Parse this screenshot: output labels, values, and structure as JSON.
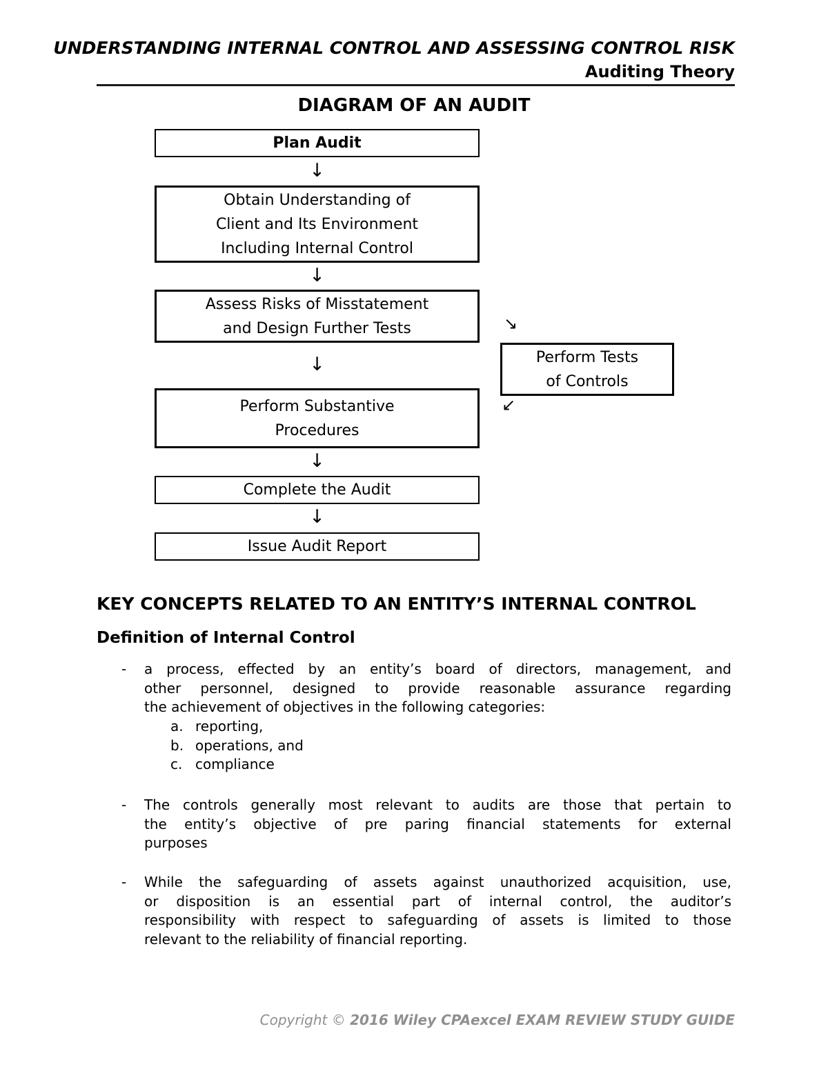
{
  "header": {
    "title": "UNDERSTANDING INTERNAL CONTROL AND ASSESSING CONTROL RISK",
    "subtitle": "Auditing Theory"
  },
  "diagram": {
    "title": "DIAGRAM OF AN AUDIT",
    "arrows": {
      "down": "↓",
      "to_side": "↘",
      "from_side": "↙"
    },
    "boxes": {
      "plan": {
        "label": "Plan Audit"
      },
      "understanding": {
        "lines": [
          "Obtain Understanding of",
          "Client and Its Environment",
          "Including Internal Control"
        ]
      },
      "assess": {
        "lines": [
          "Assess Risks of Misstatement",
          "and Design Further Tests"
        ]
      },
      "tests_of_controls": {
        "lines": [
          "Perform Tests",
          "of Controls"
        ]
      },
      "substantive": {
        "lines": [
          "Perform Substantive",
          "Procedures"
        ]
      },
      "complete": {
        "label": "Complete the Audit"
      },
      "report": {
        "label": "Issue Audit Report"
      }
    }
  },
  "key_concepts": {
    "heading": "KEY CONCEPTS RELATED TO AN ENTITY’S INTERNAL CONTROL",
    "subheading": "Definition of Internal Control",
    "bullet1": {
      "marker": "-",
      "lines": [
        "a process, effected by an entity’s board of directors, management, and",
        "other personnel, designed to provide reasonable assurance regarding",
        "the achievement of objectives in the following categories:"
      ],
      "items": [
        {
          "label": "a.",
          "text": "reporting,"
        },
        {
          "label": "b.",
          "text": "operations, and"
        },
        {
          "label": "c.",
          "text": "compliance"
        }
      ]
    },
    "bullet2": {
      "marker": "-",
      "lines": [
        "The controls generally most relevant to audits are those that pertain to",
        "the entity’s objective of pre paring financial statements for external",
        "purposes"
      ]
    },
    "bullet3": {
      "marker": "-",
      "lines": [
        "While the safeguarding of assets against unauthorized acquisition, use,",
        "or disposition is an essential part of internal control, the auditor’s",
        "responsibility with respect to safeguarding of assets is limited to those",
        "relevant to the reliability of financial reporting."
      ]
    }
  },
  "footer": {
    "prefix": "Copyright © ",
    "text": "2016 Wiley CPAexcel EXAM REVIEW STUDY GUIDE"
  }
}
